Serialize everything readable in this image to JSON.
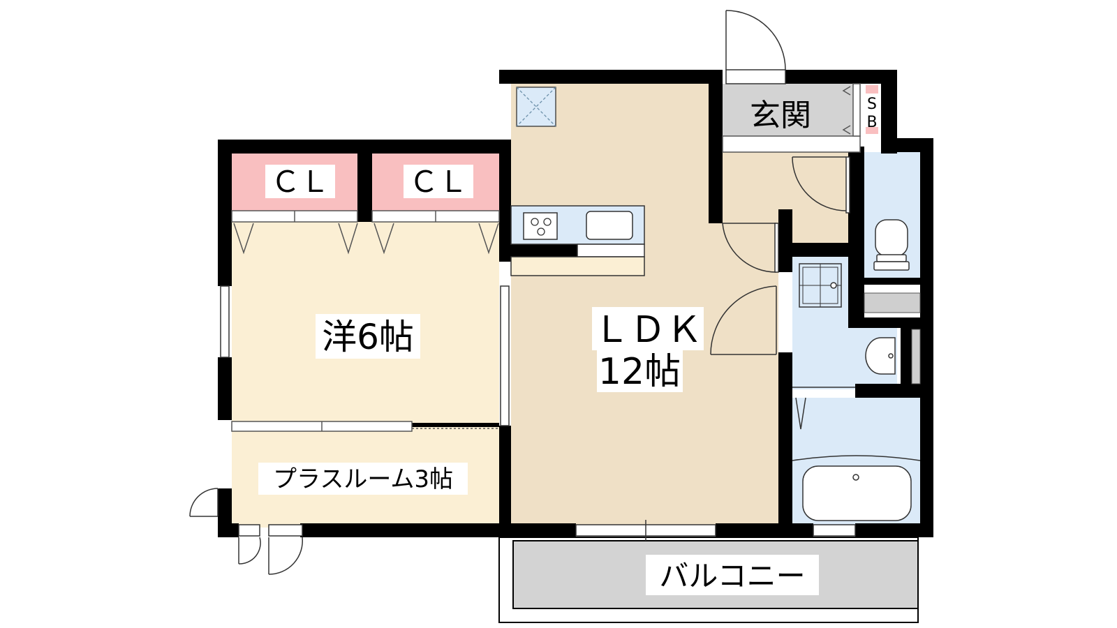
{
  "rooms": {
    "ldk": {
      "name": "ＬＤＫ",
      "size": "12帖"
    },
    "western": {
      "label": "洋6帖"
    },
    "plus_room": {
      "label": "プラスルーム3帖"
    },
    "closet_left": {
      "label": "ＣＬ"
    },
    "closet_right": {
      "label": "ＣＬ"
    },
    "entrance": {
      "label": "玄関"
    },
    "shoe_box": {
      "line1": "S",
      "line2": "B"
    },
    "balcony": {
      "label": "バルコニー"
    }
  },
  "colors": {
    "wall": "#000000",
    "ldk_floor": "#efe0c6",
    "western_floor": "#fbefd4",
    "closet": "#f9bfc0",
    "wet_area": "#dbeaf8",
    "entrance": "#d3d3d3",
    "balcony": "#d3d3d3"
  },
  "icons": [
    "stove-icon",
    "sink-icon",
    "toilet-icon",
    "washing-machine-icon",
    "washbasin-icon",
    "bathtub-icon",
    "door-swing-icon"
  ]
}
